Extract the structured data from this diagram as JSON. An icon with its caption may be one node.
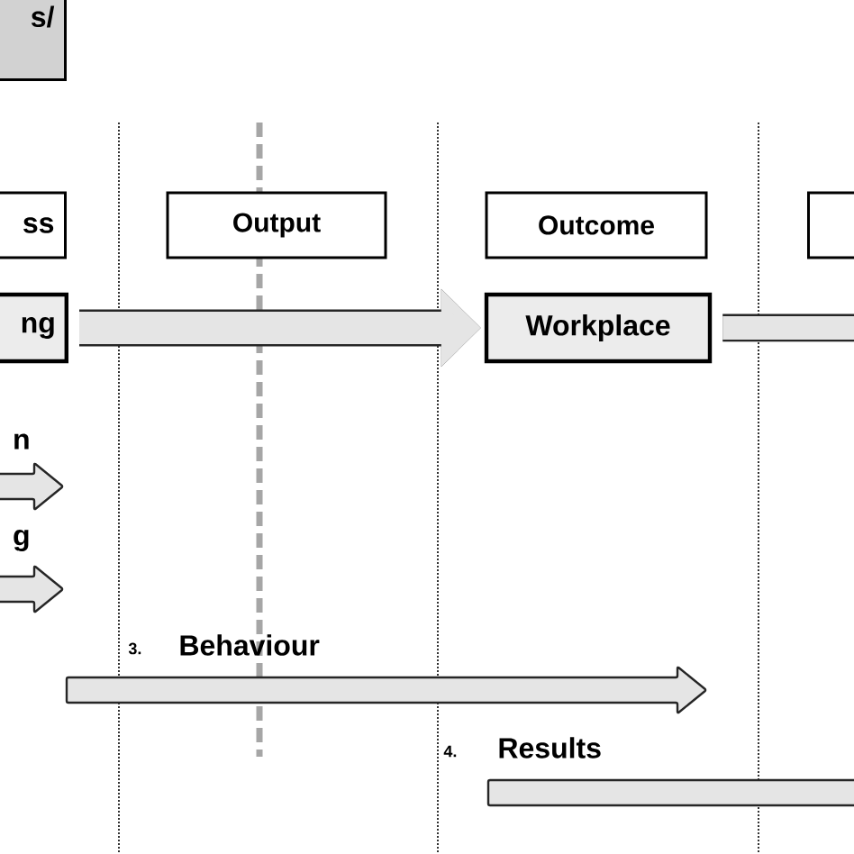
{
  "diagram": {
    "nodes": [
      {
        "text": [
          "s/"
        ]
      },
      {
        "text": [
          "ss"
        ]
      },
      {
        "text": [
          "Output"
        ]
      },
      {
        "text": [
          "Outcome"
        ]
      },
      {
        "text": [],
        "shape": "box"
      },
      {
        "text": [
          "ng"
        ]
      },
      {
        "text": [
          "Workplace"
        ]
      }
    ],
    "edges": [
      {
        "from": 5,
        "to": 6,
        "arrow": "to"
      },
      {
        "from": 6,
        "to": null,
        "arrow": "none"
      }
    ],
    "labels": [
      "n",
      "g",
      "3.",
      "Behaviour",
      "4.",
      "Results"
    ]
  }
}
